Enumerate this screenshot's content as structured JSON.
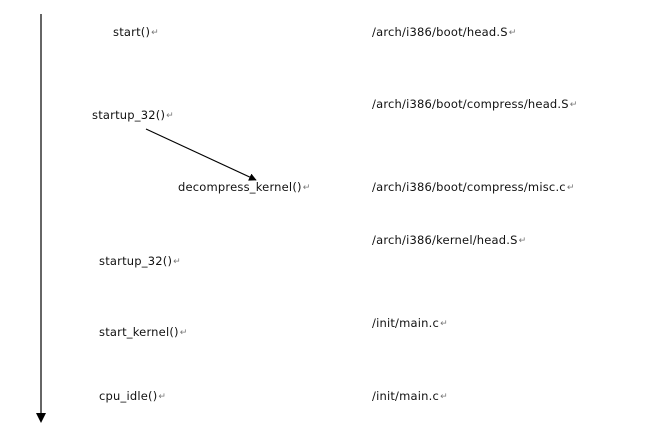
{
  "functions": [
    {
      "name": "start()",
      "mark": "↵"
    },
    {
      "name": "startup_32()",
      "mark": "↵"
    },
    {
      "name": "decompress_kernel()",
      "mark": "↵"
    },
    {
      "name": "startup_32()",
      "mark": "↵"
    },
    {
      "name": "start_kernel()",
      "mark": "↵"
    },
    {
      "name": "cpu_idle()",
      "mark": "↵"
    }
  ],
  "files": [
    {
      "path": "/arch/i386/boot/head.S",
      "mark": "↵"
    },
    {
      "path": "/arch/i386/boot/compress/head.S",
      "mark": "↵"
    },
    {
      "path": "/arch/i386/boot/compress/misc.c",
      "mark": "↵"
    },
    {
      "path": "/arch/i386/kernel/head.S",
      "mark": "↵"
    },
    {
      "path": "/init/main.c",
      "mark": "↵"
    },
    {
      "path": "/init/main.c",
      "mark": "↵"
    }
  ],
  "colors": {
    "line": "#000000",
    "text": "#111111",
    "mark": "#777777"
  }
}
